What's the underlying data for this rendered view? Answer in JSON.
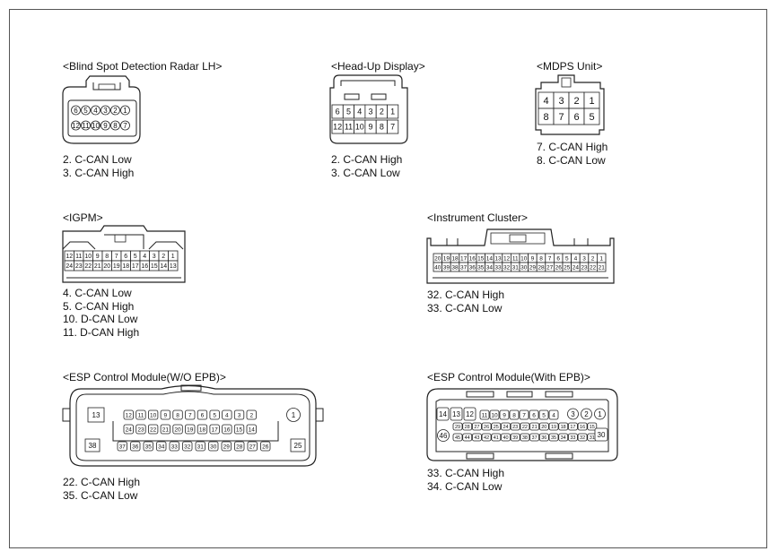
{
  "connectors": [
    {
      "title": "<Blind Spot Detection Radar LH>",
      "row1": [
        "6",
        "5",
        "4",
        "3",
        "2",
        "1"
      ],
      "row2": [
        "12",
        "11",
        "10",
        "9",
        "8",
        "7"
      ],
      "pins": [
        "2. C-CAN Low",
        "3. C-CAN High"
      ]
    },
    {
      "title": "<Head-Up Display>",
      "row1": [
        "6",
        "5",
        "4",
        "3",
        "2",
        "1"
      ],
      "row2": [
        "12",
        "11",
        "10",
        "9",
        "8",
        "7"
      ],
      "pins": [
        "2. C-CAN High",
        "3. C-CAN Low"
      ]
    },
    {
      "title": "<MDPS Unit>",
      "row1": [
        "4",
        "3",
        "2",
        "1"
      ],
      "row2": [
        "8",
        "7",
        "6",
        "5"
      ],
      "pins": [
        "7. C-CAN High",
        "8. C-CAN Low"
      ]
    },
    {
      "title": "<IGPM>",
      "row1": [
        "12",
        "11",
        "10",
        "9",
        "8",
        "7",
        "6",
        "5",
        "4",
        "3",
        "2",
        "1"
      ],
      "row2": [
        "24",
        "23",
        "22",
        "21",
        "20",
        "19",
        "18",
        "17",
        "16",
        "15",
        "14",
        "13"
      ],
      "pins": [
        "4. C-CAN Low",
        "5. C-CAN High",
        "10. D-CAN Low",
        "11. D-CAN High"
      ]
    },
    {
      "title": "<Instrument Cluster>",
      "row1": [
        "20",
        "19",
        "18",
        "17",
        "16",
        "15",
        "14",
        "13",
        "12",
        "11",
        "10",
        "9",
        "8",
        "7",
        "6",
        "5",
        "4",
        "3",
        "2",
        "1"
      ],
      "row2": [
        "40",
        "39",
        "38",
        "37",
        "36",
        "35",
        "34",
        "33",
        "32",
        "31",
        "30",
        "29",
        "28",
        "27",
        "26",
        "25",
        "24",
        "23",
        "22",
        "21"
      ],
      "pins": [
        "32. C-CAN High",
        "33. C-CAN Low"
      ]
    },
    {
      "title": "<ESP Control Module(W/O EPB)>",
      "corners": [
        "13",
        "1",
        "38",
        "25"
      ],
      "row1": [
        "12",
        "11",
        "10",
        "9",
        "8",
        "7",
        "6",
        "5",
        "4",
        "3",
        "2"
      ],
      "row2": [
        "24",
        "23",
        "22",
        "21",
        "20",
        "19",
        "18",
        "17",
        "16",
        "15",
        "14"
      ],
      "row3": [
        "37",
        "36",
        "35",
        "34",
        "33",
        "32",
        "31",
        "30",
        "29",
        "28",
        "27",
        "26"
      ],
      "pins": [
        "22. C-CAN High",
        "35. C-CAN Low"
      ]
    },
    {
      "title": "<ESP Control Module(With EPB)>",
      "big_top_left": [
        "14",
        "13",
        "12"
      ],
      "row1": [
        "11",
        "10",
        "9",
        "8",
        "7",
        "6",
        "5",
        "4"
      ],
      "big_top_right": [
        "3",
        "2",
        "1"
      ],
      "row2": [
        "29",
        "28",
        "27",
        "26",
        "25",
        "24",
        "23",
        "22",
        "21",
        "20",
        "19",
        "18",
        "17",
        "16",
        "15"
      ],
      "left_big": "46",
      "row3": [
        "45",
        "44",
        "43",
        "42",
        "41",
        "40",
        "39",
        "38",
        "37",
        "36",
        "35",
        "34",
        "33",
        "32",
        "31"
      ],
      "right_big": "30",
      "pins": [
        "33. C-CAN High",
        "34. C-CAN Low"
      ]
    }
  ]
}
